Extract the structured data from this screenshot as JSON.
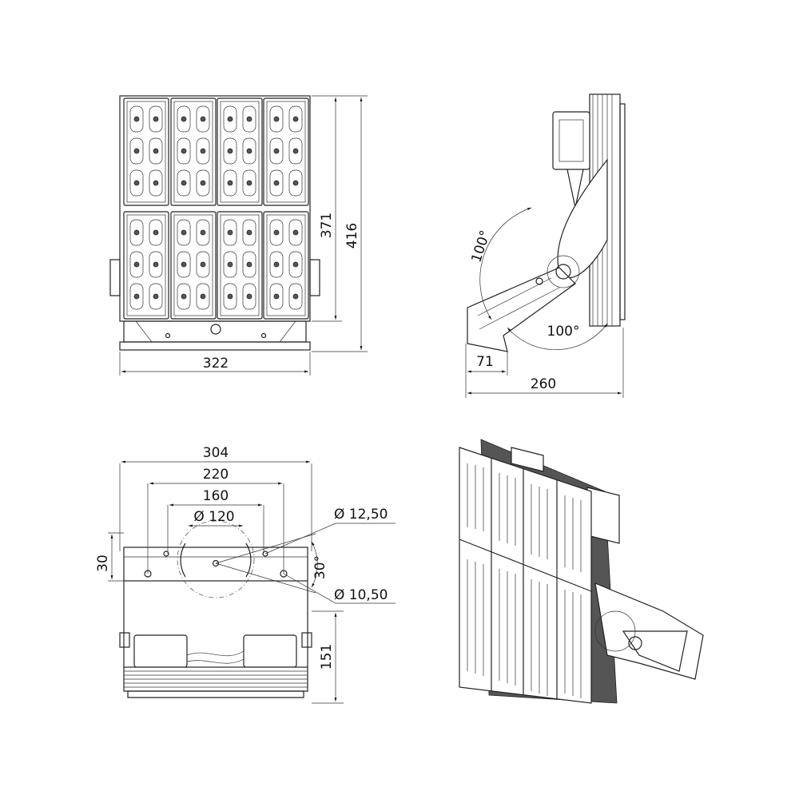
{
  "front_view": {
    "height_inner": "371",
    "height_total": "416",
    "width": "322"
  },
  "side_view": {
    "angle_up": "100°",
    "angle_down": "100°",
    "bracket_depth": "71",
    "depth_total": "260"
  },
  "bottom_view": {
    "width_total": "304",
    "hole_spacing_outer": "220",
    "hole_spacing_inner": "160",
    "circle_diameter": "Ø 120",
    "hole_diameter_large": "Ø 12,50",
    "slot_angle": "30°",
    "hole_diameter_small": "Ø 10,50",
    "bracket_height": "30",
    "depth": "151"
  }
}
